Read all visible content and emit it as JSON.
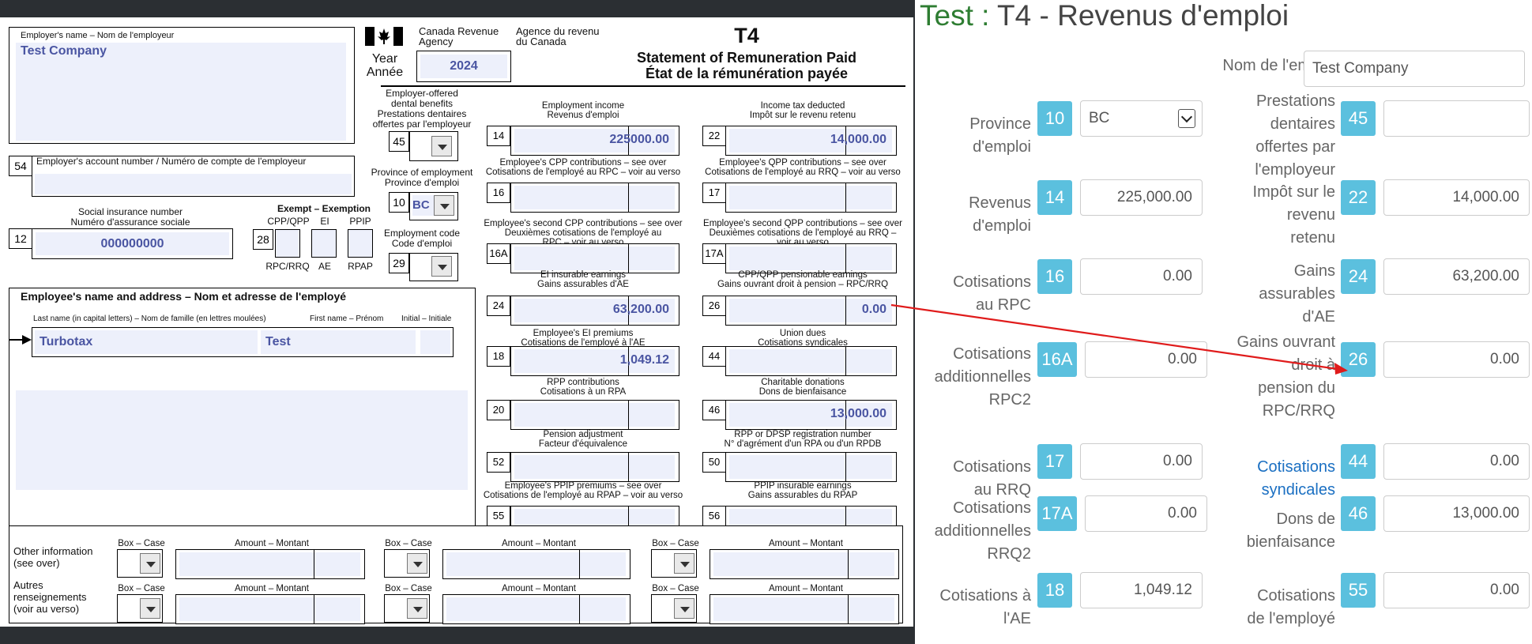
{
  "form": {
    "employer_name_label": "Employer's name – Nom de l'employeur",
    "employer_name": "Test Company",
    "agency_en": "Canada Revenue\nAgency",
    "agency_fr": "Agence du revenu\ndu Canada",
    "form_code": "T4",
    "title_en": "Statement of Remuneration Paid",
    "title_fr": "État de la rémunération payée",
    "year_label": "Year\nAnnée",
    "year": "2024",
    "account_box": "54",
    "account_label": "Employer's account number / Numéro de compte de l'employeur",
    "sin_label": "Social insurance number\nNuméro d'assurance sociale",
    "sin_box": "12",
    "sin": "000000000",
    "exempt_label": "Exempt – Exemption",
    "exempt_box": "28",
    "exempt_cols": [
      "CPP/QPP",
      "EI",
      "PPIP"
    ],
    "exempt_cols_fr": [
      "RPC/RRQ",
      "AE",
      "RPAP"
    ],
    "dental_label": "Employer-offered\ndental benefits\nPrestations dentaires\noffertes par l'employeur",
    "dental_box": "45",
    "province_label": "Province of employment\nProvince d'emploi",
    "province_box": "10",
    "province": "BC",
    "empcode_label": "Employment code\nCode d'emploi",
    "empcode_box": "29",
    "employee_heading": "Employee's name and address – Nom et adresse de l'employé",
    "lastname_label": "Last name (in capital letters) – Nom de famille (en lettres moulées)",
    "firstname_label": "First name – Prénom",
    "initial_label": "Initial – Initiale",
    "last_name": "Turbotax",
    "first_name": "Test",
    "boxes": [
      {
        "label": "Employment income\nRevenus d'emploi",
        "num": "14",
        "value": "225000.00"
      },
      {
        "label": "Income tax deducted\nImpôt sur le revenu retenu",
        "num": "22",
        "value": "14,000.00"
      },
      {
        "label": "Employee's CPP contributions – see over\nCotisations de l'employé au RPC – voir au verso",
        "num": "16",
        "value": ""
      },
      {
        "label": "Employee's QPP contributions – see over\nCotisations de l'employé au RRQ – voir au verso",
        "num": "17",
        "value": ""
      },
      {
        "label": "Employee's second CPP contributions – see over\nDeuxièmes cotisations de l'employé au\nRPC – voir au verso",
        "num": "16A",
        "value": ""
      },
      {
        "label": "Employee's second QPP contributions – see over\nDeuxièmes cotisations de l'employé au RRQ –\nvoir au verso",
        "num": "17A",
        "value": ""
      },
      {
        "label": "EI insurable earnings\nGains assurables d'AE",
        "num": "24",
        "value": "63,200.00"
      },
      {
        "label": "CPP/QPP pensionable earnings\nGains ouvrant droit à pension – RPC/RRQ",
        "num": "26",
        "value": "0.00"
      },
      {
        "label": "Employee's EI premiums\nCotisations de l'employé à l'AE",
        "num": "18",
        "value": "1,049.12"
      },
      {
        "label": "Union dues\nCotisations syndicales",
        "num": "44",
        "value": ""
      },
      {
        "label": "RPP contributions\nCotisations à un RPA",
        "num": "20",
        "value": ""
      },
      {
        "label": "Charitable donations\nDons de bienfaisance",
        "num": "46",
        "value": "13,000.00"
      },
      {
        "label": "Pension adjustment\nFacteur d'équivalence",
        "num": "52",
        "value": ""
      },
      {
        "label": "RPP or DPSP registration number\nN° d'agrément d'un RPA ou d'un RPDB",
        "num": "50",
        "value": ""
      },
      {
        "label": "Employee's PPIP premiums – see over\nCotisations de l'employé au RPAP – voir au verso",
        "num": "55",
        "value": ""
      },
      {
        "label": "PPIP insurable earnings\nGains assurables du RPAP",
        "num": "56",
        "value": ""
      }
    ],
    "other_info_en": "Other information\n(see over)",
    "other_info_fr": "Autres\nrenseignements\n(voir au verso)",
    "box_case_label": "Box – Case",
    "amount_label": "Amount – Montant"
  },
  "panel": {
    "title_prefix": "Test :",
    "title_rest": " T4 - Revenus d'emploi",
    "employer_label": "Nom de l'employeur (facultatif)",
    "employer_value": "Test Company",
    "rows": [
      {
        "label": "Province\nd'emploi",
        "num": "10",
        "value": "BC",
        "type": "select"
      },
      {
        "label": "Prestations\ndentaires\noffertes par\nl'employeur",
        "num": "45",
        "value": "",
        "type": "input"
      },
      {
        "label": "Revenus\nd'emploi",
        "num": "14",
        "value": "225,000.00"
      },
      {
        "label": "Impôt sur le\nrevenu\nretenu",
        "num": "22",
        "value": "14,000.00"
      },
      {
        "label": "Cotisations\nau RPC",
        "num": "16",
        "value": "0.00"
      },
      {
        "label": "Gains\nassurables\nd'AE",
        "num": "24",
        "value": "63,200.00"
      },
      {
        "label": "Cotisations\nadditionnelles\nRPC2",
        "num": "16A",
        "value": "0.00"
      },
      {
        "label": "Gains ouvrant\ndroit à\npension du\nRPC/RRQ",
        "num": "26",
        "value": "0.00"
      },
      {
        "label": "Cotisations\nau RRQ",
        "num": "17",
        "value": "0.00"
      },
      {
        "label": "Cotisations\nsyndicales",
        "num": "44",
        "value": "0.00"
      },
      {
        "label": "Cotisations\nadditionnelles\nRRQ2",
        "num": "17A",
        "value": "0.00"
      },
      {
        "label": "Dons de\nbienfaisance",
        "num": "46",
        "value": "13,000.00"
      },
      {
        "label": "Cotisations à\nl'AE",
        "num": "18",
        "value": "1,049.12"
      },
      {
        "label": "Cotisations\nde l'employé",
        "num": "55",
        "value": "0.00"
      }
    ]
  },
  "colors": {
    "arrow": "#e01b1b",
    "badge": "#5bc0de",
    "field_text": "#4a55a2",
    "title_green": "#2e7d32",
    "link_blue": "#1a6fc2"
  }
}
